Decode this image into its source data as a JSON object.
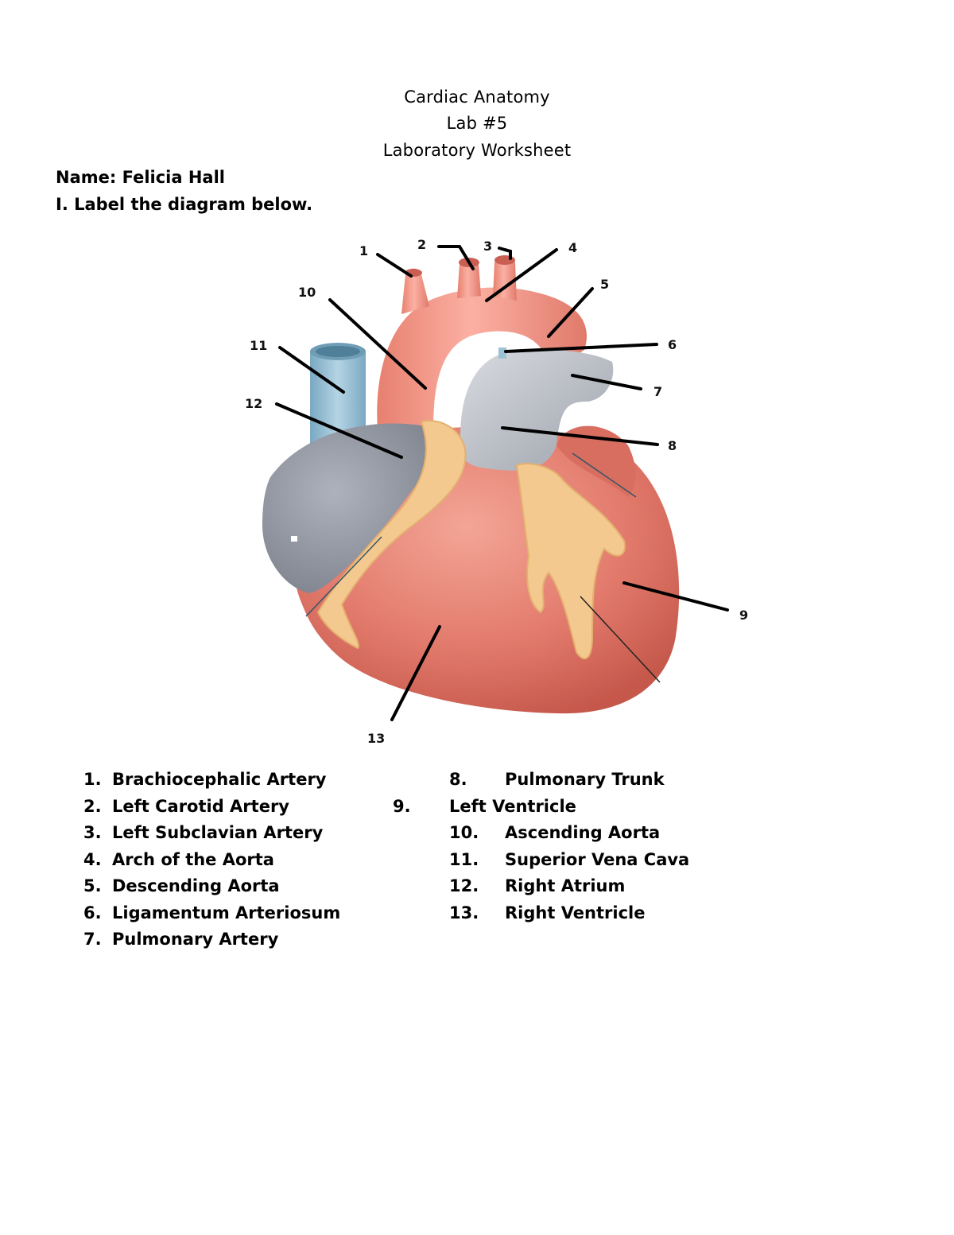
{
  "header": {
    "title": "Cardiac Anatomy",
    "lab": "Lab #5",
    "subtitle": "Laboratory Worksheet"
  },
  "name_line": "Name: Felicia Hall",
  "instruction": "I.  Label the diagram below.",
  "diagram_numbers": [
    "1",
    "2",
    "3",
    "4",
    "5",
    "6",
    "7",
    "8",
    "9",
    "10",
    "11",
    "12",
    "13"
  ],
  "answers_left": [
    {
      "num": "1.",
      "text": "Brachiocephalic Artery"
    },
    {
      "num": "2.",
      "text": "Left Carotid Artery"
    },
    {
      "num": "3.",
      "text": "Left Subclavian Artery"
    },
    {
      "num": "4.",
      "text": "Arch of the Aorta"
    },
    {
      "num": "5.",
      "text": "Descending Aorta"
    },
    {
      "num": "6.",
      "text": "Ligamentum Arteriosum"
    },
    {
      "num": "7.",
      "text": "Pulmonary Artery"
    }
  ],
  "answers_right": [
    {
      "num": "8.",
      "text": "Pulmonary Trunk"
    },
    {
      "num": "9.",
      "text": "Left Ventricle"
    },
    {
      "num": "10.",
      "text": "Ascending Aorta"
    },
    {
      "num": "11.",
      "text": "Superior Vena Cava"
    },
    {
      "num": "12.",
      "text": "Right Atrium"
    },
    {
      "num": "13.",
      "text": "Right Ventricle"
    }
  ],
  "colors": {
    "heart_muscle": "#e27a6c",
    "aorta": "#ef8e80",
    "vein_blue": "#8fb8cf",
    "pulmonary_gray": "#b8bcc4",
    "atrium_gray": "#9a9ea8",
    "fat_yellow": "#f3c98f"
  }
}
